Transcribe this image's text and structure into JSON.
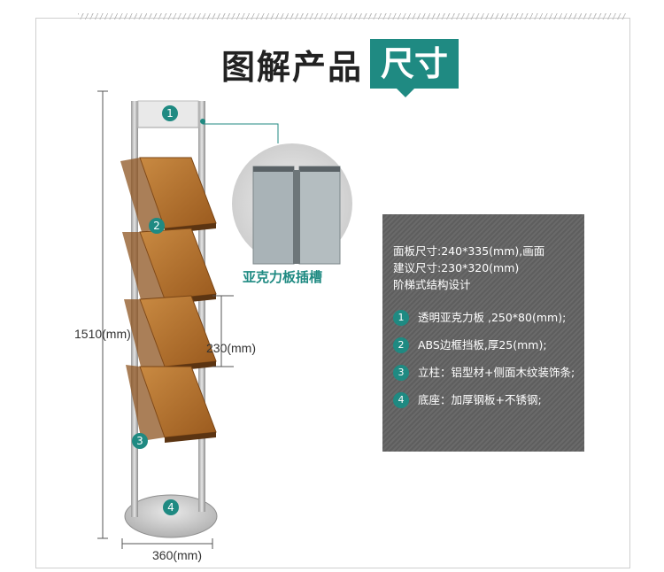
{
  "title": {
    "main": "图解产品",
    "accent": "尺寸"
  },
  "dimensions": {
    "height": "1510(mm)",
    "shelf_gap": "230(mm)",
    "base_width": "360(mm)"
  },
  "callout_caption": "亚克力板插槽",
  "markers": [
    "1",
    "2",
    "3",
    "4"
  ],
  "info": {
    "line1": "面板尺寸:240*335(mm),画面",
    "line2": "建议尺寸:230*320(mm)",
    "line3": "阶梯式结构设计",
    "items": [
      {
        "num": "1",
        "text": "透明亚克力板 ,250*80(mm);"
      },
      {
        "num": "2",
        "text": "ABS边框挡板,厚25(mm);"
      },
      {
        "num": "3",
        "text": "立柱：铝型材+侧面木纹装饰条;"
      },
      {
        "num": "4",
        "text": "底座：加厚钢板+不锈钢;"
      }
    ]
  },
  "colors": {
    "accent": "#1f8a82",
    "wood": "#b06d2a",
    "panel": "#666666"
  }
}
